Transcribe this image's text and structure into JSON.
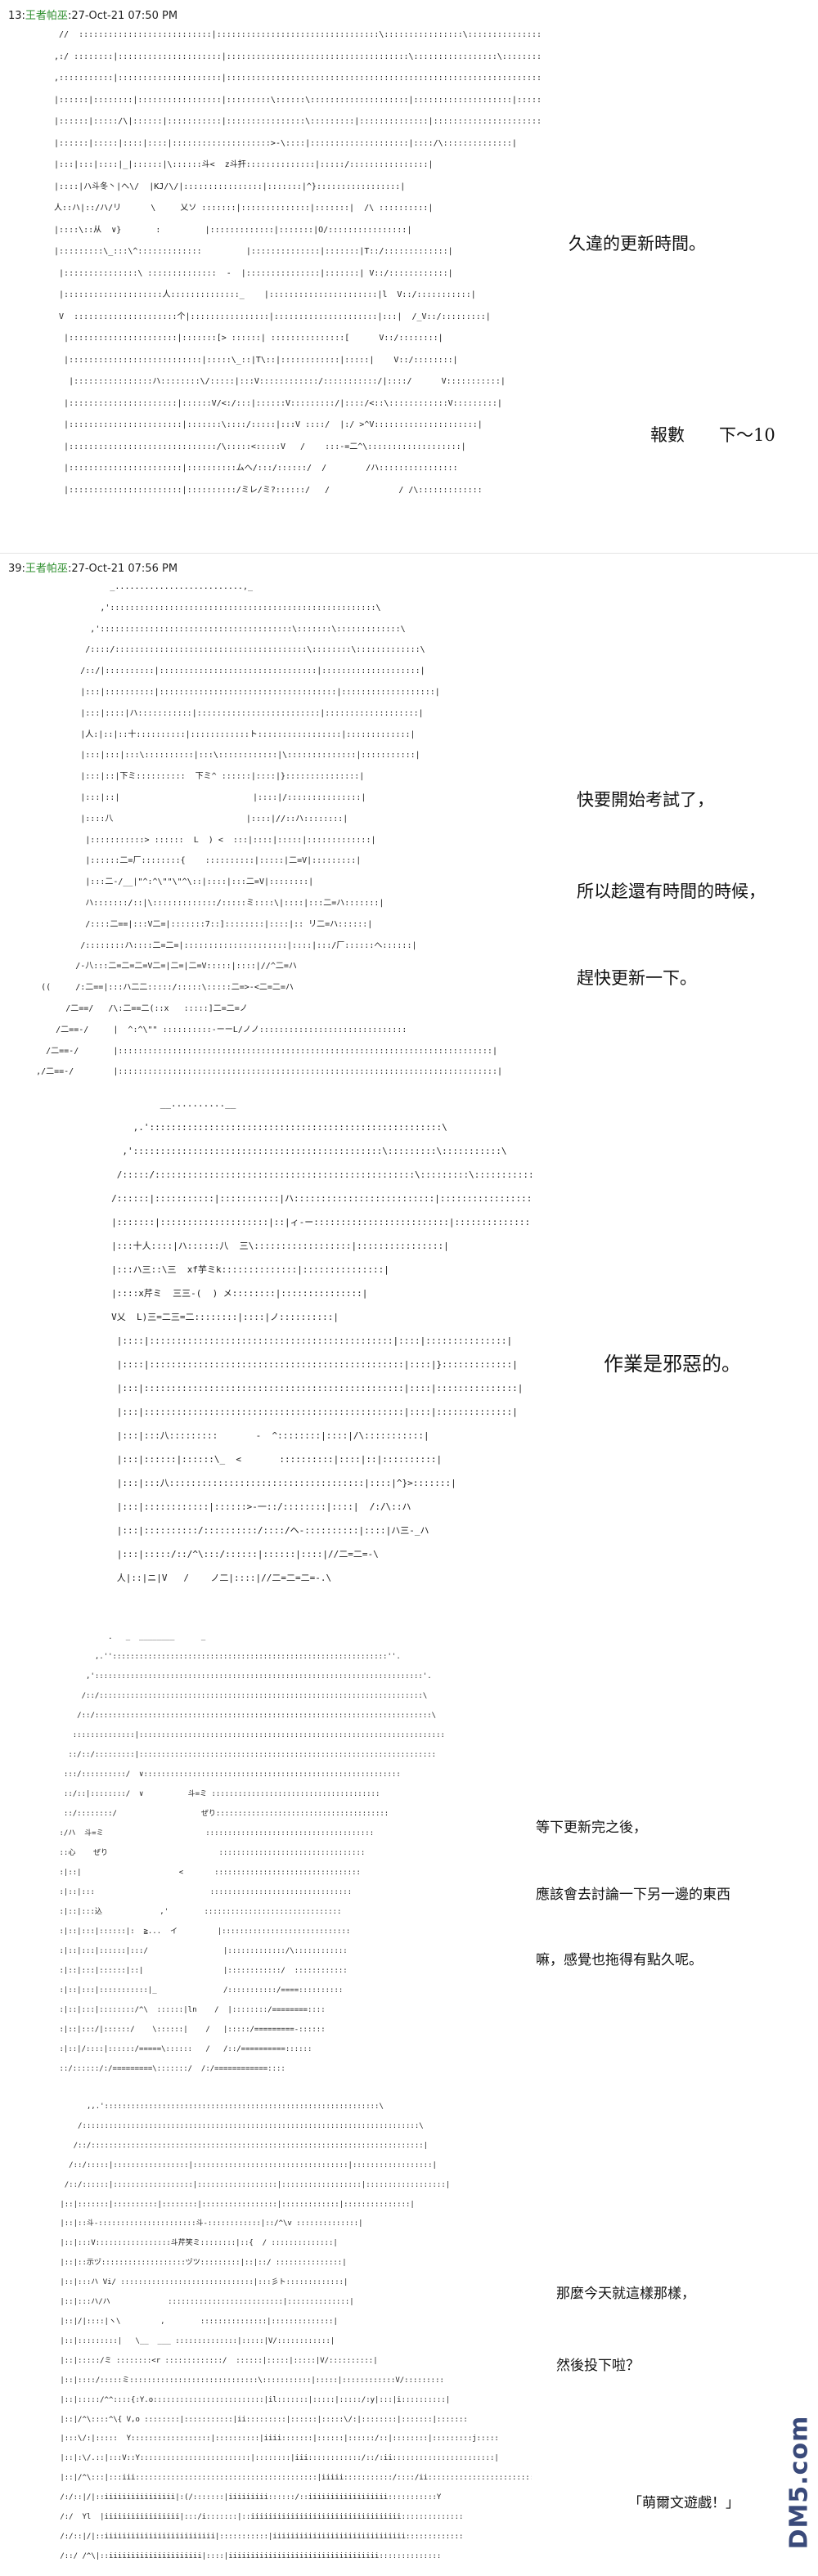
{
  "posts": [
    {
      "header": {
        "number": "13:",
        "author": "王者帕巫",
        "date": ":27-Oct-21 07:50 PM"
      },
      "lines": [
        "久違的更新時間。",
        "報數　　下～10"
      ],
      "art": "  //  :::::::::::::::::::::::::::|:::::::::::::::::::::::::::::::::\\::::::::::::::::\\:::::::::::::::::.\n ,:/ ::::::::|:::::::::::::::::::::|:::::::::::::::::::::::::::::::::::::\\:::::::::::::::::\\:::::::::::::::.\n ,:::::::::::|:::::::::::::::::::::|::::::::::::::::::::::::::::::::::::::::::::::::::::::::::::::::::::::::::::::|\n |::::::|::::::::|:::::::::::::::::|:::::::::\\::::::\\::::::::::::::::::::|::::::::::::::::::::|::::::::|\n |::::::|:::::/\\|::::::|:::::::::::|::::::::::::::::\\:::::::::|::::::::::::::|:::::::::::::::::::::::|\n |::::::|:::::|::::|::::|::::::::::::::::::::>-\\::::|::::::::::::::::::::|::::/\\::::::::::::::|\n |:::|:::|::::|_|::::::|\\::::::斗<  z斗扞::::::::::::::|:::::/::::::::::::::::|\n |::::|ハ斗冬丶|へ\\/  |KJ/\\/|::::::::::::::::|:::::::|^}:::::::::::::::::|\n 人::ハ|::/ハ/リ      \\     乂ソ :::::::|::::::::::::::|:::::::|  /\\ ::::::::::|\n |::::\\::从  ∨}       :         |:::::::::::::|:::::::|O/::::::::::::::::|\n |:::::::::\\_:::\\^:::::::::::::         |::::::::::::::|:::::::|T::/:::::::::::::|\n  |:::::::::::::::\\ ::::::::::::::  -  |:::::::::::::::|:::::::| V::/::::::::::::|\n  |::::::::::::::::::::人::::::::::::::_    |::::::::::::::::::::::|l  V::/:::::::::::|\n  V  :::::::::::::::::::::个|::::::::::::::::|:::::::::::::::::::::|:::|  /_V::/:::::::::|\n   |::::::::::::::::::::::|:::::::[> ::::::| :::::::::::::::[      V::/::::::::|\n   |:::::::::::::::::::::::::::|:::::\\_::|T\\::|::::::::::::|:::::|    V::/::::::::|\n    |::::::::::::::::ハ::::::::\\/:::::|:::V::::::::::::/:::::::::::/|::::/      V:::::::::::|\n   |::::::::::::::::::::::|::::::V/<:/:::|::::::V:::::::::/|::::/<::\\::::::::::::V:::::::::|\n   |:::::::::::::::::::::::|:::::::\\::::/:::::|:::V ::::/  |:/ >^V:::::::::::::::::::::|\n   |::::::::::::::::::::::::::::::/\\:::::<:::::V   /    :::-=二^\\:::::::::::::::::::|\n   |:::::::::::::::::::::::|::::::::::ムへ/:::/::::::/  /        /ハ::::::::::::::::\n   |:::::::::::::::::::::::|::::::::::/ミレ/ミ?::::::/   /              / /\\:::::::::::::"
    },
    {
      "header": {
        "number": "39:",
        "author": "王者帕巫",
        "date": ":27-Oct-21 07:56 PM"
      },
      "lines": [
        "快要開始考試了，",
        "所以趁還有時間的時候，",
        "趕快更新一下。"
      ],
      "art": "                   _..........................,_\n                 ,'::::::::::::::::::::::::::::::::::::::::::::::::::::::\\\n               ,':::::::::::::::::::::::::::::::::::::::\\:::::::\\:::::::::::::\\\n              /::::/:::::::::::::::::::::::::::::::::::::::\\::::::::\\:::::::::::::\\\n             /::/|::::::::::|::::::::::::::::::::::::::::::::|::::::::::::::::::::|\n             |:::|::::::::::|::::::::::::::::::::::::::::::::::::|:::::::::::::::::::|\n             |:::|::::|ハ:::::::::::|:::::::::::::::::::::::::|:::::::::::::::::::|\n             |人:|::|::十::::::::::|::::::::::::ト:::::::::::::::::|:::::::::::::|\n             |:::|:::|:::\\::::::::::|:::\\::::::::::::|\\::::::::::::::|:::::::::::|\n             |:::|::|下ミ::::::::::  下ミ^ ::::::|::::|}:::::::::::::::|\n             |:::|::|                           |::::|/:::::::::::::::|\n             |::::八                           |::::|//::ハ::::::::|\n              |:::::::::::> ::::::  L  ) <  :::|::::|:::::|:::::::::::::|\n              |::::::二=厂::::::::{    ::::::::::|:::::|二=V|:::::::::|\n              |:::二-/__|\"^:^\\\"\"\\\"^\\::|::::|:::二=V|::::::::|\n              ハ:::::::/::|\\:::::::::::::/:::::ミ::::\\|::::|:::二=ハ:::::::|\n              /::::二==|:::V二=|:::::::7::]::::::::|::::|:: リ二=ハ::::::|\n             /::::::::ハ::::二=二=|:::::::::::::::::::::|::::|:::/厂::::::へ::::::|\n            /-八:::二=二=二=V二=|二=|二=V:::::|::::|//^二=ハ\n     ((     /:二==|:::ハ二二:::::/:::::\\:::::二=>-<二=二=ハ\n          /二==/   /\\:二==二(::x   :::::]二=二=ノ\n        /二==-/     |  ^:^\\\"\" ::::::::::-ーーL/ノノ::::::::::::::::::::::::::::::\n      /二==-/       |::::::::::::::::::::::::::::::::::::::::::::::::::::::::::::::::::::::::::::|\n    ,/二==-/        |:::::::::::::::::::::::::::::::::::::::::::::::::::::::::::::::::::::::::::::|"
    },
    {
      "header": null,
      "lines": [
        "作業是邪惡的。"
      ],
      "art": "                      __..........__\n                 ,.'::::::::::::::::::::::::::::::::::::::::::::::::::::::\\\n               ,'::::::::::::::::::::::::::::::::::::::::::::::\\:::::::::\\:::::::::::\\\n              /:::::/::::::::::::::::::::::::::::::::::::::::::::::::\\:::::::::\\:::::::::::\\\n             /::::::|:::::::::::|:::::::::::|ハ::::::::::::::::::::::::::|:::::::::::::::::|\n             |:::::::|::::::::::::::::::::|::|ィ-ー:::::::::::::::::::::::::|:::::::::::::::::|\n             |:::十人::::|ハ::::::八  三\\::::::::::::::::::|::::::::::::::::|\n             |:::ハ三::\\三  xf芋ミk::::::::::::::|:::::::::::::::|\n             |::::x芹ミ  三三-(  ) メ::::::::|:::::::::::::::|\n             V乂  L)三=二三=二::::::::|::::|ノ::::::::::|\n              |::::|:::::::::::::::::::::::::::::::::::::::::::::|::::|:::::::::::::::|\n              |::::|:::::::::::::::::::::::::::::::::::::::::::::::|::::|}:::::::::::::|\n              |:::|::::::::::::::::::::::::::::::::::::::::::::::::|::::|:::::::::::::::|\n              |:::|::::::::::::::::::::::::::::::::::::::::::::::::|::::|::::::::::::::|\n              |:::|:::八:::::::::       -  ^::::::::|::::|/\\:::::::::::|\n              |:::|::::::|::::::\\_  <       ::::::::::|::::|::|::::::::::|\n              |:::|:::八::::::::::::::::::::::::::::::::::::|::::|^}>:::::::|\n              |:::|::::::::::::|::::::>-一::/::::::::|::::|  /:/\\::ハ\n              |:::|::::::::::/::::::::::/::::/ヘ-::::::::::|::::|ハ三-_ハ\n              |:::|:::::/::/^\\:::/::::::|::::::|::::|//二=二=-\\\n              人|::|ニ|V   /    ノ二|::::|//二=二=二=-.\\"
    },
    {
      "header": null,
      "lines": [
        "等下更新完之後，",
        "應該會去討論一下另一邊的東西",
        "嘛，感覺也拖得有點久呢。"
      ],
      "art": "                 .   _  ________      _\n              ,.''::::::::::::::::::::::::::::::::::::::::::::::::::::::::::::::''.\n            ,'::::::::::::::::::::::::::::::::::::::::::::::::::::::::::::::::::::::::::'.\n           /::/:::::::::::::::::::::::::::::::::::::::::::::::::::::::::::::::::::::::::\\\n          /::/::::::::::::::::::::::::::::::::::::::::::::::::::::::::::::::::::::::::::::\\\n         ::::::::::::::|:::::::::::::::::::::::::::::::::::::::::::::::::::::::::::::::::::::\n        ::/::/:::::::::|:::::::::::::::::::::::::::::::::::::::::::::::::::::::::::::::::::\n       :::/::::::::::/  ∨::::::::::::::::::::::::::::::::::::::::::::::::::::::::::\n       ::/::|::::::::/  ∨          斗=ミ ::::::::::::::::::::::::::::::::::::::\n       ::/::::::::/                   ぜり:::::::::::::::::::::::::::::::::::::::\n      :/ハ  斗=ミ                       ::::::::::::::::::::::::::::::::::::::\n      ::心    ぜり                         :::::::::::::::::::::::::::::::::\n      :|::|                      <       :::::::::::::::::::::::::::::::::\n      :|::|:::                          ::::::::::::::::::::::::::::::::\n      :|::|:::込             ,'        :::::::::::::::::::::::::::::::\n      :|::|:::|::::::|:  ≧...  イ         |:::::::::::::::::::::::::::::\n      :|::|:::|::::::|:::/                 |:::::::::::::/\\::::::::::::\n      :|::|:::|::::::|::|                  |::::::::::::/  ::::::::::::\n      :|::|:::|:::::::::::|_               /:::::::::::/====::::::::::\n      :|::|:::|::::::::/^\\  ::::::|ln    /  |::::::::/========::::\n      :|::|:::/|::::::/    \\::::::|    /   |:::::/=========-::::::\n      :|::|/::::|::::::/=====\\::::::   /   /::/==========::::::\n      ::/::::::/:/=========\\:::::::/  /:/============::::"
    },
    {
      "header": null,
      "lines": [
        "那麼今天就這樣那樣，",
        "然後投下啦？",
        "「萌爾文遊戲！」"
      ],
      "art": "              ,,.'::::::::::::::::::::::::::::::::::::::::::::::::::::::::::::::\\\n            /::::::::::::::::::::::::::::::::::::::::::::::::::::::::::::::::::::::::::::\\\n           /::/:::::::::::::::::::::::::::::::::::::::::::::::::::::::::::::::::::::::::::|\n          /::/:::::|:::::::::::::::::|:::::::::::::::::::::::::::::::::::|::::::::::::::::::|\n         /::/::::::|::::::::::::::::::|::::::::::::::::::|::::::::::::::::::|::::::::::::::::::|\n        |::|:::::::|::::::::::|::::::::|:::::::::::::::::|:::::::::::::|:::::::::::::::|\n        |::|::斗-::::::::::::::::::::::斗-::::::::::::|::/^\\v ::::::::::::::|\n        |::|:::V:::::::::::::::::斗芹笑ミ::::::::|::{  / ::::::::::::::|\n        |::|::示ヅ:::::::::::::::::::ヅツ:::::::::|::|::/ :::::::::::::::|\n        |::|:::ハ Vi/ ::::::::::::::::::::::::::::::|:::彡ト:::::::::::::|\n        |::|:::ハ/ハ             ::::::::::::::::::::::::::|::::::::::::::|\n        |::|/|::::|ヽ\\         ,        :::::::::::::::|::::::::::::::|\n        |::|:::::::::|   \\__  ___ ::::::::::::::|:::::|V/::::::::::::|\n        |::|:::::/ミ ::::::::<r :::::::::::::/  ::::::|:::::|:::::|V/::::::::::|\n        |::|::::/:::::ミ:::::::::::::::::::::::::::::\\:::::::::::|:::::|::::::::::::V/:::::::::\n        |::|:::::/^^::::{:Y.o:::::::::::::::::::::::::|il:::::::|:::::|:::::/:y|:::|i::::::::::|\n        |::|/^\\::::^\\{ V,o ::::::::|:::::::::::|ii:::::::::|::::::|:::::\\/:|::::::::|:::::::|:::::::\n        |:::\\/:|:::::  Y::::::::::::::::::|::::::::::|iiii:::::::|::::::|::::::/::|::::::::|:::::::::j:::::\n        |::|:\\/.::|:::V::Y:::::::::::::::::::::::::|::::::::|iii::::::::::::/::/:ii:::::::::::::::::::::::|\n        |::|/^\\:::|:::iii:::::::::::::::::::::::::::::::::::::::::|iiiii:::::::::::/::::/ii::::::::::::::::::::::::::::|\n        /:/::|/|::iiiiiiiiiiiiiiii|:(/:::::::|iiiiiiiii::::::/::iiiiiiiiiiiiiiiiii:::::::::::Y\n        /:/  Yl  |iiiiiiiiiiiiiiiii|:::/i:::::::|::iiiiiiiiiiiiiiiiiiiiiiiiiiiiiiiiii::::::::::::::\n        /:/::|/|::iiiiiiiiiiiiiiiiiiiiiiiii|:::::::::::|iiiiiiiiiiiiiiiiiiiiiiiiiiiiii:::::::::::::\n        /::/ /^\\|::iiiiiiiiiiiiiiiiiiiii|::::|iiiiiiiiiiiiiiiiiiiiiiiiiiiiiiiiii::::::::::::::"
    }
  ],
  "watermark": "DM5.com"
}
